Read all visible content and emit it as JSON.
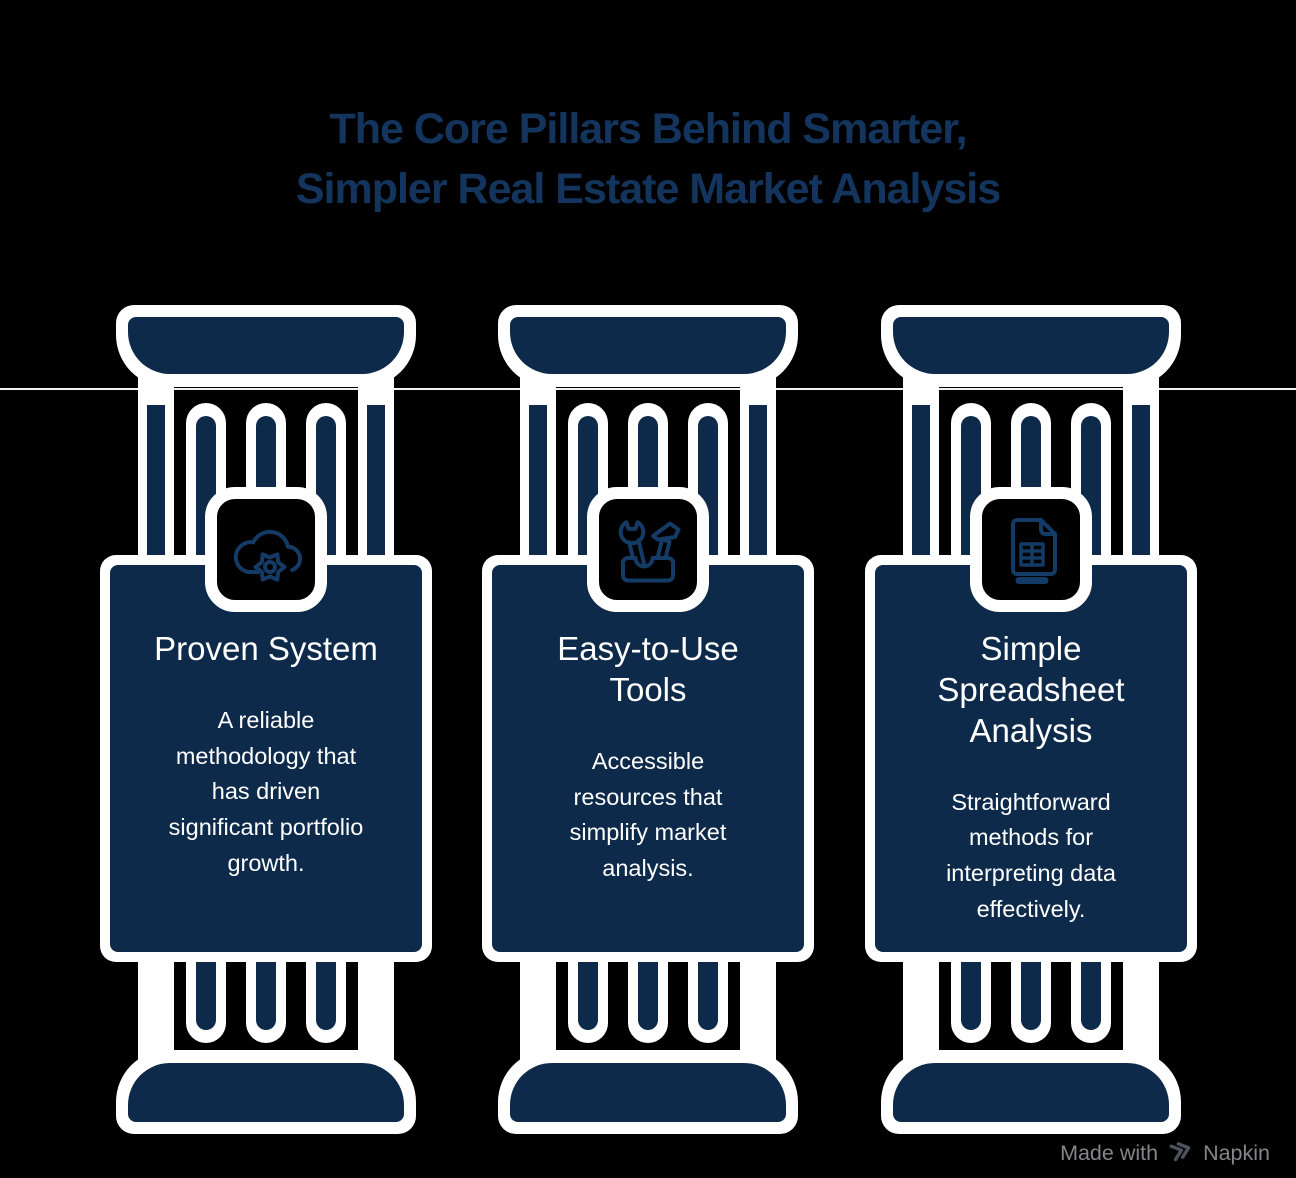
{
  "title": "The Core Pillars Behind Smarter,\nSimpler Real Estate Market Analysis",
  "pillars": [
    {
      "icon": "cloud-gear",
      "title": "Proven System",
      "body": "A reliable\nmethodology that\nhas driven\nsignificant portfolio\ngrowth."
    },
    {
      "icon": "toolbox",
      "title": "Easy-to-Use\nTools",
      "body": "Accessible\nresources that\nsimplify market\nanalysis."
    },
    {
      "icon": "spreadsheet",
      "title": "Simple\nSpreadsheet\nAnalysis",
      "body": "Straightforward\nmethods for\ninterpreting data\neffectively."
    }
  ],
  "watermark": {
    "made_with": "Made with",
    "brand": "Napkin"
  },
  "colors": {
    "background": "#000000",
    "navy": "#0d2a4a",
    "pillar_outline": "#ffffff",
    "title_text": "#13355d",
    "card_text": "#ffffff",
    "icon_stroke": "#143a66",
    "divider": "#f2f2f2",
    "watermark_text": "#85858a",
    "watermark_logo": "#4d525c"
  }
}
